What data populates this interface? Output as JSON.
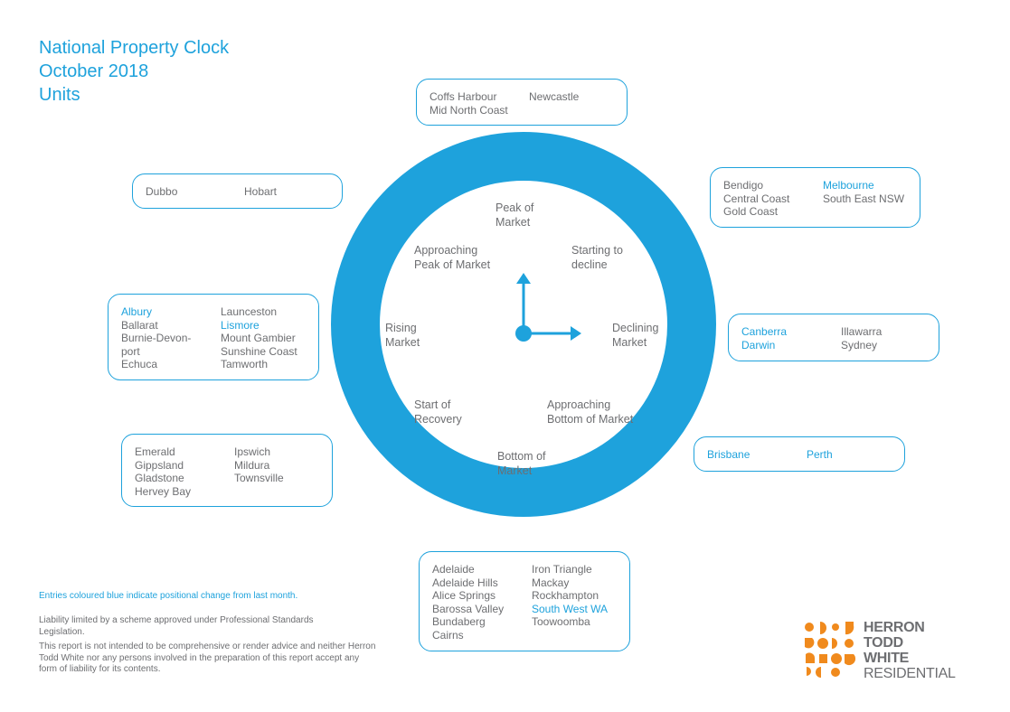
{
  "title": {
    "line1": "National Property Clock",
    "line2": "October 2018",
    "line3": "Units"
  },
  "colors": {
    "accent": "#1ea2dc",
    "text": "#6d6e71",
    "logo": "#f08a1d"
  },
  "clock_phases": {
    "peak": [
      "Peak of",
      "Market"
    ],
    "starting_decline": [
      "Starting to",
      "decline"
    ],
    "declining": [
      "Declining",
      "Market"
    ],
    "approaching_bottom": [
      "Approaching",
      "Bottom of Market"
    ],
    "bottom": [
      "Bottom of",
      "Market"
    ],
    "start_recovery": [
      "Start of",
      "Recovery"
    ],
    "rising": [
      "Rising",
      "Market"
    ],
    "approaching_peak": [
      "Approaching",
      "Peak of Market"
    ]
  },
  "boxes": {
    "top": {
      "col1": [
        {
          "name": "Coffs Harbour",
          "changed": false
        },
        {
          "name": "Mid North Coast",
          "changed": false
        }
      ],
      "col2": [
        {
          "name": "Newcastle",
          "changed": false
        }
      ]
    },
    "top_left": {
      "col1": [
        {
          "name": "Dubbo",
          "changed": false
        }
      ],
      "col2": [
        {
          "name": "Hobart",
          "changed": false
        }
      ]
    },
    "top_right": {
      "col1": [
        {
          "name": "Bendigo",
          "changed": false
        },
        {
          "name": "Central Coast",
          "changed": false
        },
        {
          "name": "Gold Coast",
          "changed": false
        }
      ],
      "col2": [
        {
          "name": "Melbourne",
          "changed": true
        },
        {
          "name": "South East NSW",
          "changed": false
        }
      ]
    },
    "mid_left": {
      "col1": [
        {
          "name": "Albury",
          "changed": true
        },
        {
          "name": "Ballarat",
          "changed": false
        },
        {
          "name": "Burnie-Devon-",
          "changed": false
        },
        {
          "name": "port",
          "changed": false
        },
        {
          "name": "Echuca",
          "changed": false
        }
      ],
      "col2": [
        {
          "name": "Launceston",
          "changed": false
        },
        {
          "name": "Lismore",
          "changed": true
        },
        {
          "name": "Mount Gambier",
          "changed": false
        },
        {
          "name": "Sunshine Coast",
          "changed": false
        },
        {
          "name": "Tamworth",
          "changed": false
        }
      ]
    },
    "mid_right": {
      "col1": [
        {
          "name": "Canberra",
          "changed": true
        },
        {
          "name": "Darwin",
          "changed": true
        }
      ],
      "col2": [
        {
          "name": "Illawarra",
          "changed": false
        },
        {
          "name": "Sydney",
          "changed": false
        }
      ]
    },
    "lower_left": {
      "col1": [
        {
          "name": "Emerald",
          "changed": false
        },
        {
          "name": "Gippsland",
          "changed": false
        },
        {
          "name": "Gladstone",
          "changed": false
        },
        {
          "name": "Hervey Bay",
          "changed": false
        }
      ],
      "col2": [
        {
          "name": "Ipswich",
          "changed": false
        },
        {
          "name": "Mildura",
          "changed": false
        },
        {
          "name": "Townsville",
          "changed": false
        }
      ]
    },
    "lower_right": {
      "col1": [
        {
          "name": "Brisbane",
          "changed": true
        }
      ],
      "col2": [
        {
          "name": "Perth",
          "changed": true
        }
      ]
    },
    "bottom": {
      "col1": [
        {
          "name": "Adelaide",
          "changed": false
        },
        {
          "name": "Adelaide Hills",
          "changed": false
        },
        {
          "name": "Alice Springs",
          "changed": false
        },
        {
          "name": "Barossa Valley",
          "changed": false
        },
        {
          "name": "Bundaberg",
          "changed": false
        },
        {
          "name": "Cairns",
          "changed": false
        }
      ],
      "col2": [
        {
          "name": "Iron Triangle",
          "changed": false
        },
        {
          "name": "Mackay",
          "changed": false
        },
        {
          "name": "Rockhampton",
          "changed": false
        },
        {
          "name": "South West WA",
          "changed": true
        },
        {
          "name": "Toowoomba",
          "changed": false
        }
      ]
    }
  },
  "notes": {
    "legend": "Entries coloured blue indicate positional change from last month.",
    "liability": "Liability limited by a scheme approved under Professional Standards Legislation.",
    "disclaimer": "This report is not intended to be comprehensive or render advice and neither Herron Todd White nor any persons involved in the preparation of this report accept any form of liability for its contents."
  },
  "logo": {
    "line1": "HERRON",
    "line2": "TODD",
    "line3": "WHITE",
    "line4": "RESIDENTIAL"
  }
}
